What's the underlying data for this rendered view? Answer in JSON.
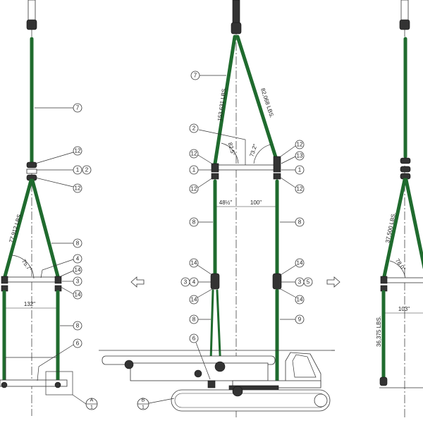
{
  "drawing": {
    "colors": {
      "sling": "#1f6b2e",
      "line": "#333333"
    },
    "left_view": {
      "callouts": [
        "7",
        "12",
        "1",
        "2",
        "12",
        "8",
        "4",
        "14",
        "3",
        "14",
        "8",
        "6"
      ],
      "load_upper": "77,912 LBS.",
      "angle": "75.7°",
      "dimension": "132\"",
      "detail_ref": {
        "top": "A",
        "bottom": "1"
      }
    },
    "center_view": {
      "callouts_left": [
        "7",
        "2",
        "12",
        "1",
        "12",
        "8",
        "14",
        "3",
        "4",
        "14",
        "8",
        "6"
      ],
      "callouts_right": [
        "12",
        "13",
        "1",
        "12",
        "8",
        "14",
        "3",
        "5",
        "14",
        "9"
      ],
      "load_left": "153,631 LBS.",
      "load_right": "82,068 LBS.",
      "angle_left": "82.5°",
      "angle_right": "73.2°",
      "dim_left": "48½\"",
      "dim_right": "100\"",
      "detail_ref": {
        "top": "B",
        "bottom": "1"
      }
    },
    "right_view": {
      "load_upper": "37,500 LBS.",
      "load_lower": "36,375 LBS.",
      "angle": "78.0°",
      "dimension": "103\""
    },
    "arrows": {
      "left": "arrow-left-icon",
      "right": "arrow-right-icon"
    }
  }
}
